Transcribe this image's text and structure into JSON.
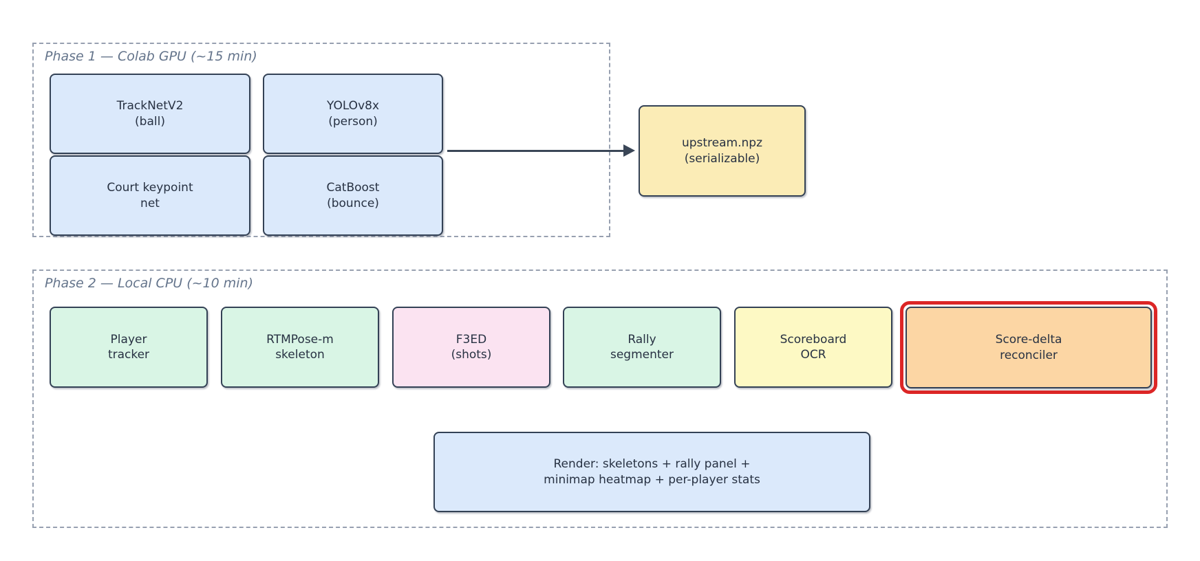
{
  "phase1": {
    "title": "Phase 1 — Colab GPU (~15 min)",
    "nodes": [
      {
        "line1": "TrackNetV2",
        "line2": "(ball)",
        "fill": "#dbe9fb"
      },
      {
        "line1": "YOLOv8x",
        "line2": "(person)",
        "fill": "#dbe9fb"
      },
      {
        "line1": "Court keypoint",
        "line2": "net",
        "fill": "#dbe9fb"
      },
      {
        "line1": "CatBoost",
        "line2": "(bounce)",
        "fill": "#dbe9fb"
      }
    ]
  },
  "upstream": {
    "line1": "upstream.npz",
    "line2": "(serializable)",
    "fill": "#fbecb6"
  },
  "phase2": {
    "title": "Phase 2 — Local CPU (~10 min)",
    "nodes": [
      {
        "line1": "Player",
        "line2": "tracker",
        "fill": "#d9f5e5"
      },
      {
        "line1": "RTMPose-m",
        "line2": "skeleton",
        "fill": "#d9f5e5"
      },
      {
        "line1": "F3ED",
        "line2": "(shots)",
        "fill": "#fbe3f1"
      },
      {
        "line1": "Rally",
        "line2": "segmenter",
        "fill": "#d9f5e5"
      },
      {
        "line1": "Scoreboard",
        "line2": "OCR",
        "fill": "#fdf9c4"
      },
      {
        "line1": "Score-delta",
        "line2": "reconciler",
        "fill": "#fcd6a4",
        "highlighted": true
      }
    ],
    "render_node": {
      "line1": "Render: skeletons + rally panel +",
      "line2": "minimap heatmap + per-player stats",
      "fill": "#dbe9fb"
    }
  },
  "colors": {
    "node_border": "#334155",
    "dashed_border": "#97a0b0",
    "phase_title_text": "#64748b",
    "node_text": "#273142",
    "arrow": "#3a4657",
    "highlight_ring": "#dc2626",
    "background": "#ffffff"
  }
}
